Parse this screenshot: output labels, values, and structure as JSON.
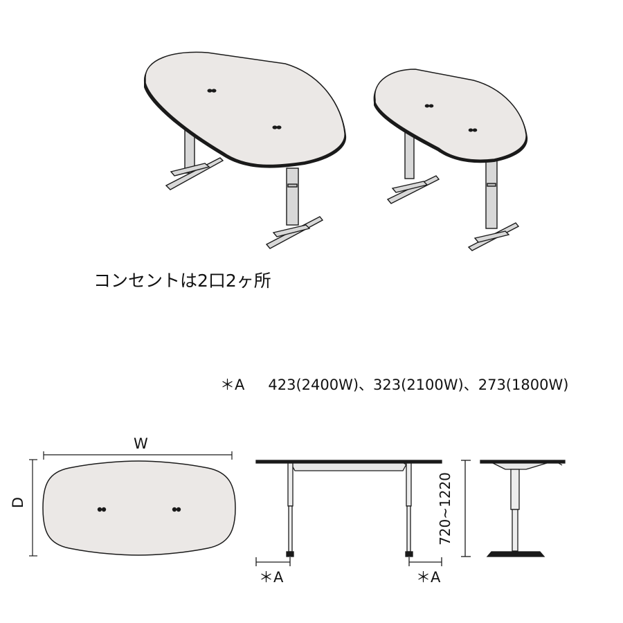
{
  "caption": "コンセントは2口2ヶ所",
  "note": {
    "mark": "＊A",
    "values": "423(2400W)、323(2100W)、273(1800W)"
  },
  "dimensions": {
    "width_label": "W",
    "depth_label": "D",
    "a_left": "＊A",
    "a_right": "＊A",
    "height_range": "720~1220"
  },
  "colors": {
    "tabletop": "#ebe8e6",
    "outline": "#1a1a1a",
    "leg_fill": "#d8d8d8"
  }
}
